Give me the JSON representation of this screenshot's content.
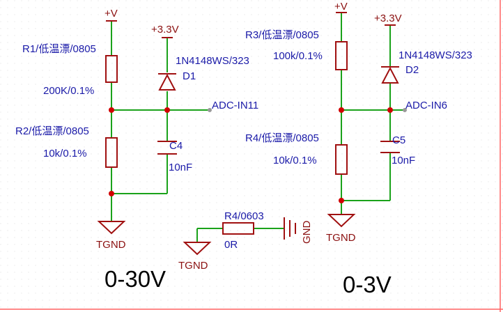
{
  "colors": {
    "wire": "#1aa21a",
    "component": "#a01010",
    "label": "#1a1aa8",
    "junction": "#d00000",
    "border": "#ff6060",
    "grid": "#cfcfcf"
  },
  "left_circuit": {
    "vplus": "+V",
    "v33": "+3.3V",
    "r1_designator": "R1/低温漂/0805",
    "r1_value": "200K/0.1%",
    "r2_designator": "R2/低温漂/0805",
    "r2_value": "10k/0.1%",
    "d1_part": "1N4148WS/323",
    "d1_designator": "D1",
    "c4_designator": "C4",
    "c4_value": "10nF",
    "net_label": "ADC-IN11",
    "gnd_label": "TGND",
    "range_label": "0-30V"
  },
  "right_circuit": {
    "vplus": "+V",
    "v33": "+3.3V",
    "r3_designator": "R3/低温漂/0805",
    "r3_value": "100k/0.1%",
    "r4_designator": "R4/低温漂/0805",
    "r4_value": "10k/0.1%",
    "d2_part": "1N4148WS/323",
    "d2_designator": "D2",
    "c5_designator": "C5",
    "c5_value": "10nF",
    "net_label": "ADC-IN6",
    "gnd_label": "TGND",
    "range_label": "0-3V"
  },
  "bridge": {
    "resistor_designator": "R4/0603",
    "resistor_value": "0R",
    "tgnd_label": "TGND",
    "gnd_label": "GND"
  }
}
